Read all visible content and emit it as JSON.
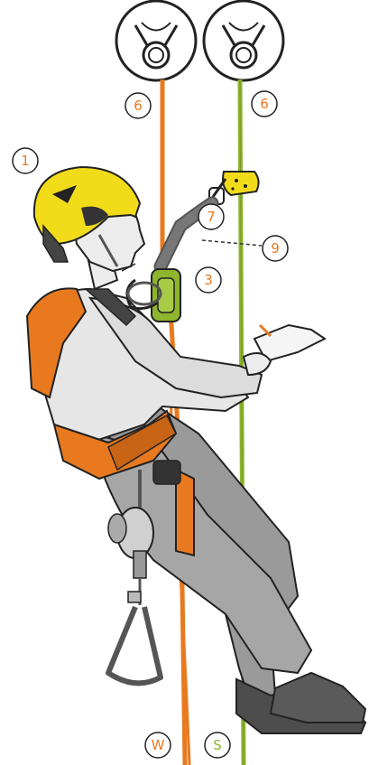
{
  "colors": {
    "orange": "#e8791f",
    "green": "#8db52e",
    "helmet_yellow": "#f2dc1a",
    "harness_orange": "#e8791f",
    "shirt": "#e6e6e6",
    "trousers": "#9a9a9a",
    "skin": "#ececec",
    "boots": "#4d4d4d",
    "outline": "#222222",
    "dashed": "#333333"
  },
  "callouts": [
    {
      "id": "callout-1",
      "label": "1",
      "color": "orange"
    },
    {
      "id": "callout-6-left",
      "label": "6",
      "color": "orange"
    },
    {
      "id": "callout-6-right",
      "label": "6",
      "color": "orange"
    },
    {
      "id": "callout-7",
      "label": "7",
      "color": "orange"
    },
    {
      "id": "callout-9",
      "label": "9",
      "color": "orange"
    },
    {
      "id": "callout-3",
      "label": "3",
      "color": "orange"
    },
    {
      "id": "callout-w",
      "label": "W",
      "color": "orange"
    },
    {
      "id": "callout-s",
      "label": "S",
      "color": "green"
    }
  ],
  "icons": {
    "anchor_left": "anchor-ring-icon",
    "anchor_right": "anchor-ring-icon",
    "helmet": "helmet-icon",
    "descender": "descender-device-icon",
    "rope_grab": "rope-grab-icon",
    "foot_loop": "foot-loop-icon"
  }
}
